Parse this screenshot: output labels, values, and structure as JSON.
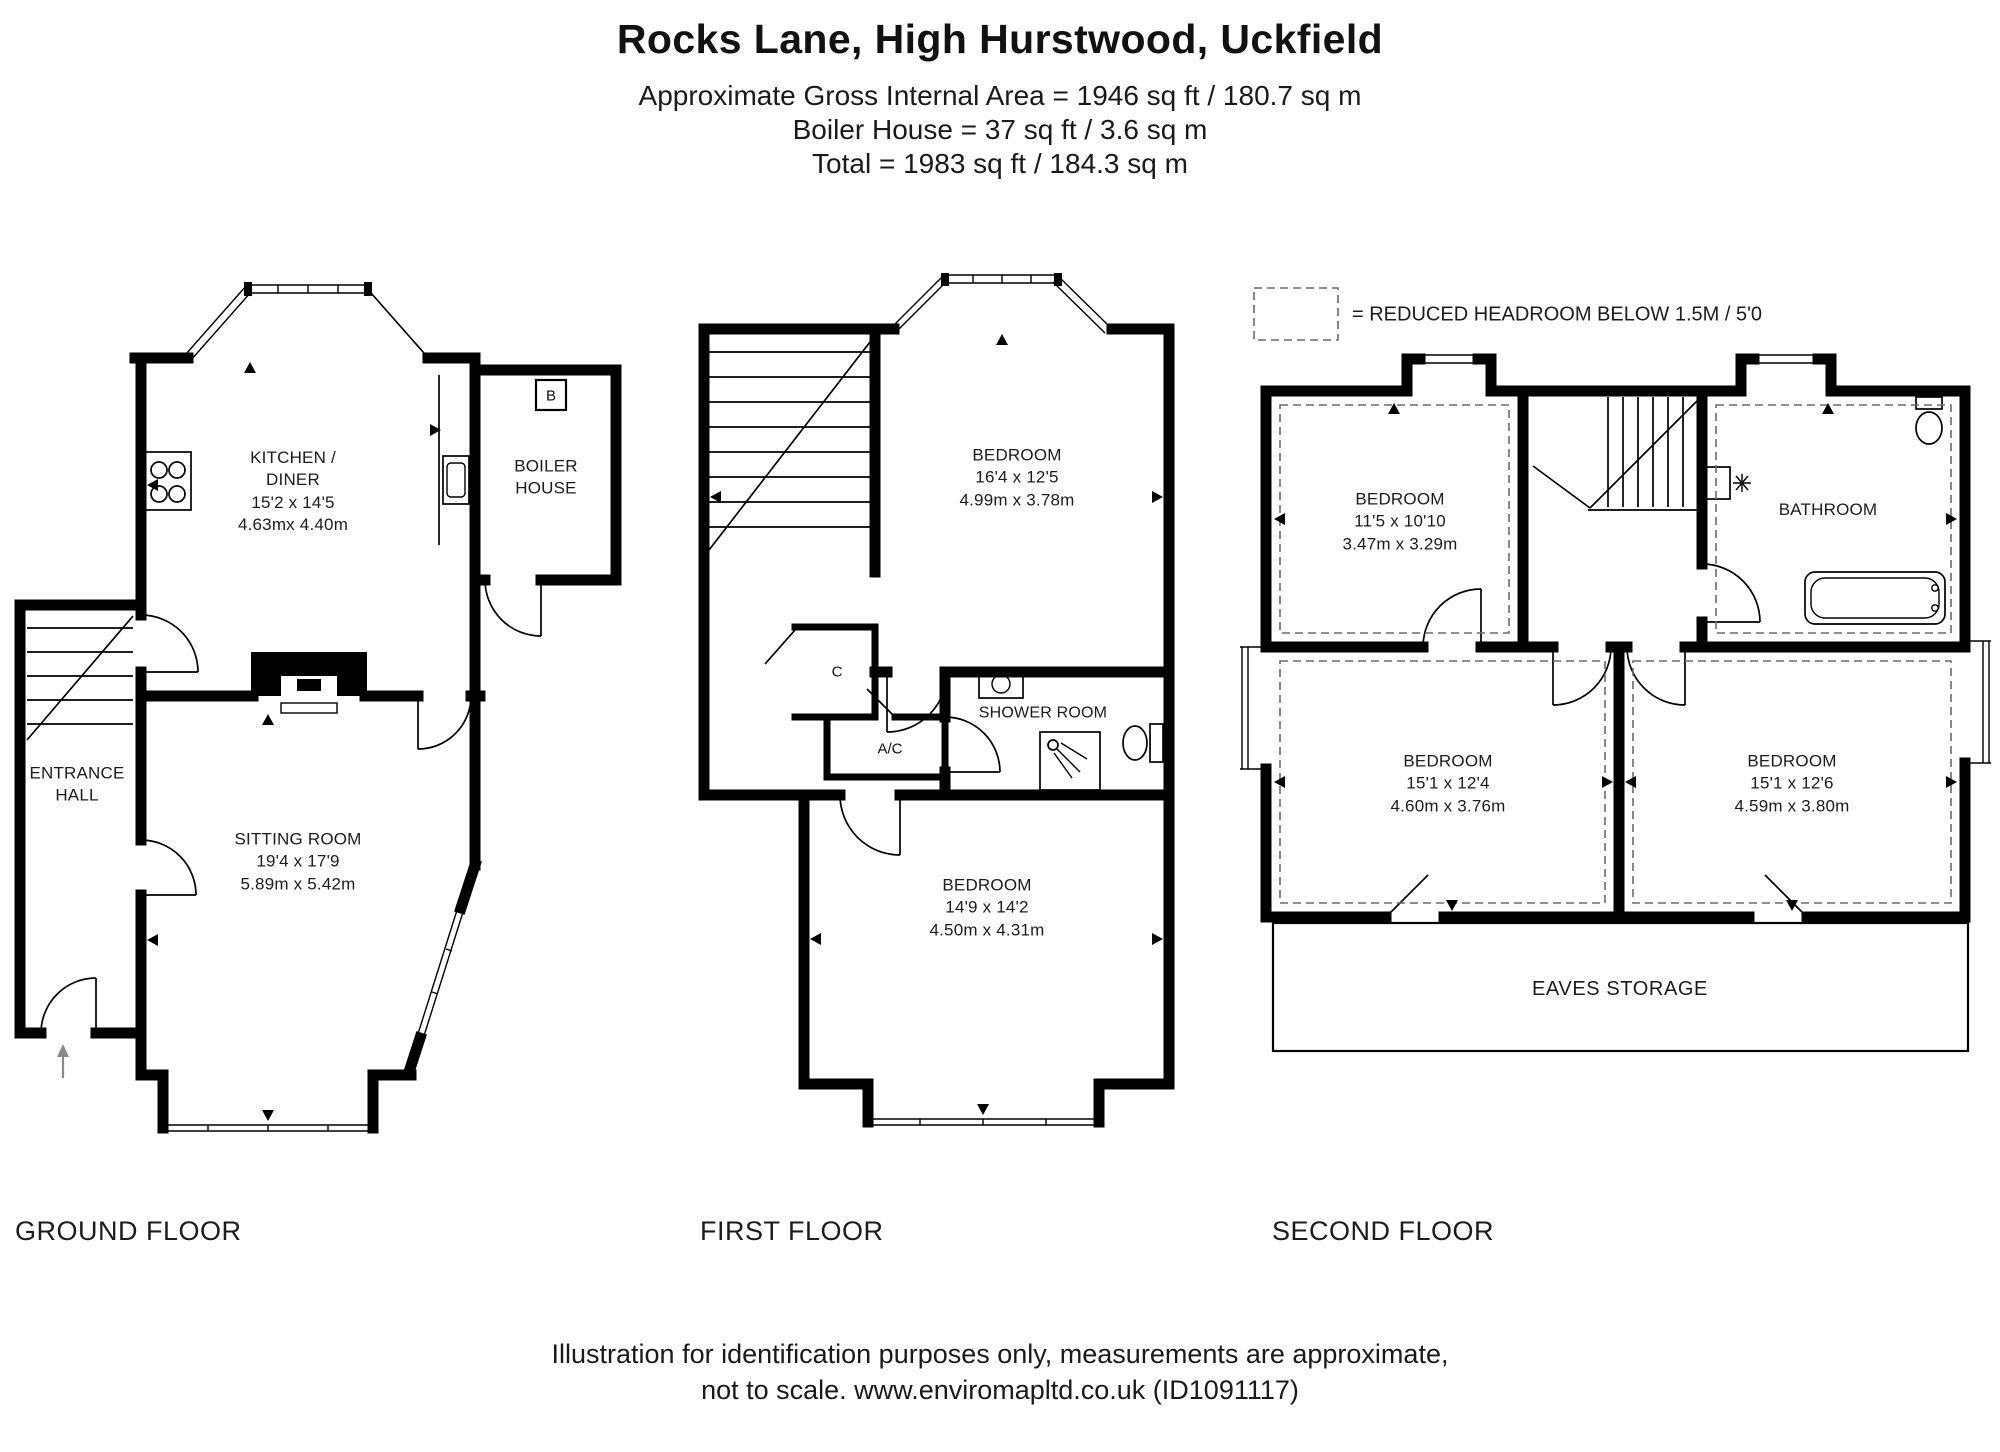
{
  "header": {
    "title": "Rocks Lane, High Hurstwood, Uckfield",
    "area_lines": [
      "Approximate Gross Internal Area = 1946 sq ft / 180.7 sq m",
      "Boiler House = 37 sq ft / 3.6 sq m",
      "Total = 1983 sq ft / 184.3 sq m"
    ]
  },
  "legend": {
    "text": "= REDUCED HEADROOM BELOW 1.5M / 5'0"
  },
  "floors": {
    "ground": {
      "label": "GROUND FLOOR",
      "symbols": {
        "boiler": "B"
      },
      "rooms": {
        "kitchen_diner": {
          "name": "KITCHEN / DINER",
          "imperial": "15'2 x 14'5",
          "metric": "4.63mx 4.40m"
        },
        "boiler_house": {
          "name": "BOILER HOUSE"
        },
        "entrance_hall": {
          "name": "ENTRANCE HALL"
        },
        "sitting_room": {
          "name": "SITTING ROOM",
          "imperial": "19'4 x 17'9",
          "metric": "5.89m x 5.42m"
        }
      }
    },
    "first": {
      "label": "FIRST FLOOR",
      "rooms": {
        "bedroom_front": {
          "name": "BEDROOM",
          "imperial": "16'4 x 12'5",
          "metric": "4.99m x 3.78m"
        },
        "cupboard": {
          "name": "C"
        },
        "airing_cupboard": {
          "name": "A/C"
        },
        "shower_room": {
          "name": "SHOWER ROOM"
        },
        "bedroom_back": {
          "name": "BEDROOM",
          "imperial": "14'9 x 14'2",
          "metric": "4.50m x 4.31m"
        }
      }
    },
    "second": {
      "label": "SECOND FLOOR",
      "rooms": {
        "bedroom_small": {
          "name": "BEDROOM",
          "imperial": "11'5 x 10'10",
          "metric": "3.47m x 3.29m"
        },
        "bathroom": {
          "name": "BATHROOM"
        },
        "bedroom_left": {
          "name": "BEDROOM",
          "imperial": "15'1 x 12'4",
          "metric": "4.60m x 3.76m"
        },
        "bedroom_right": {
          "name": "BEDROOM",
          "imperial": "15'1 x 12'6",
          "metric": "4.59m x 3.80m"
        },
        "eaves": {
          "name": "EAVES STORAGE"
        }
      }
    }
  },
  "footer": {
    "lines": [
      "Illustration for identification purposes only, measurements are approximate,",
      "not to scale. www.enviromapltd.co.uk (ID1091117)"
    ]
  },
  "colors": {
    "wall": "#000000",
    "text": "#1a1a1a",
    "dash": "#6b6b6b"
  }
}
